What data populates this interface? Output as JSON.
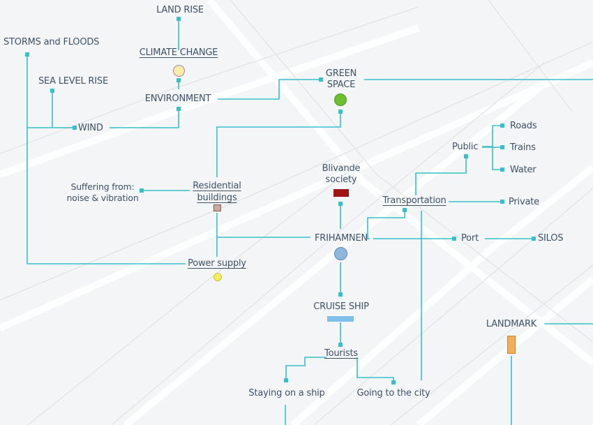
{
  "colors": {
    "line": "#37c0c8",
    "text": "#3f5166",
    "climate_marker": "#f7eea6",
    "green_marker": "#6cbf2f",
    "residential_marker": "#c9a9a0",
    "power_marker": "#f5ef5a",
    "society_marker": "#a11414",
    "frihamnen_marker": "#8fb6dc",
    "cruise_marker": "#7ec0ea",
    "landmark_marker": "#f4ad5b"
  },
  "nodes": {
    "land_rise": "LAND RISE",
    "climate_change": "CLIMATE CHANGE",
    "storms_floods": "STORMS and FLOODS",
    "sea_level_rise": "SEA LEVEL RISE",
    "environment": "ENVIRONMENT",
    "green_space": "GREEN\nSPACE",
    "wind": "WIND",
    "roads": "Roads",
    "public": "Public",
    "trains": "Trains",
    "water": "Water",
    "suffering": "Suffering from:\nnoise & vibration",
    "residential": "Residential\nbuildings",
    "society": "Blivande\nsociety",
    "transportation": "Transportation",
    "private": "Private",
    "frihamnen": "FRIHAMNEN",
    "port": "Port",
    "silos": "SILOS",
    "power_supply": "Power supply",
    "cruise_ship": "CRUISE SHIP",
    "landmark": "LANDMARK",
    "tourists": "Tourists",
    "staying_ship": "Staying on a ship",
    "going_city": "Going to the city"
  }
}
